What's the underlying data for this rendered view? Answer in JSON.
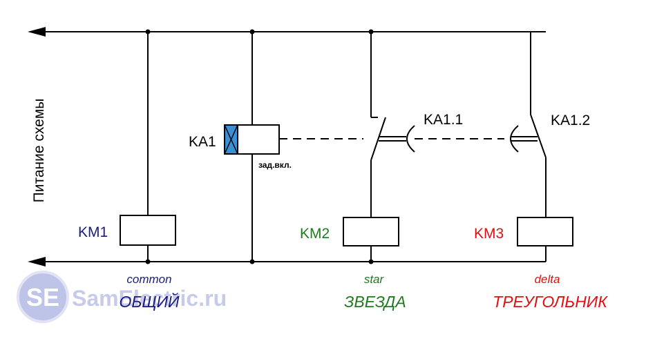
{
  "supply_label": "Питание схемы",
  "relay": {
    "name": "KA1",
    "note": "зад.вкл."
  },
  "contacts": {
    "star": "KA1.1",
    "delta": "KA1.2"
  },
  "coils": {
    "km1": {
      "name": "KM1",
      "caption_en": "common",
      "caption_ru": "ОБЩИЙ",
      "color": "#1a1a80"
    },
    "km2": {
      "name": "KM2",
      "caption_en": "star",
      "caption_ru": "ЗВЕЗДА",
      "color": "#1e7a1e"
    },
    "km3": {
      "name": "KM3",
      "caption_en": "delta",
      "caption_ru": "ТРЕУГОЛЬНИК",
      "color": "#e01010"
    }
  },
  "watermark": {
    "logo": "SE",
    "text": "SamElectric.ru"
  },
  "colors": {
    "wire": "#000000",
    "relay_fill": "#3b8fd4",
    "watermark": "#9aa2d8"
  }
}
